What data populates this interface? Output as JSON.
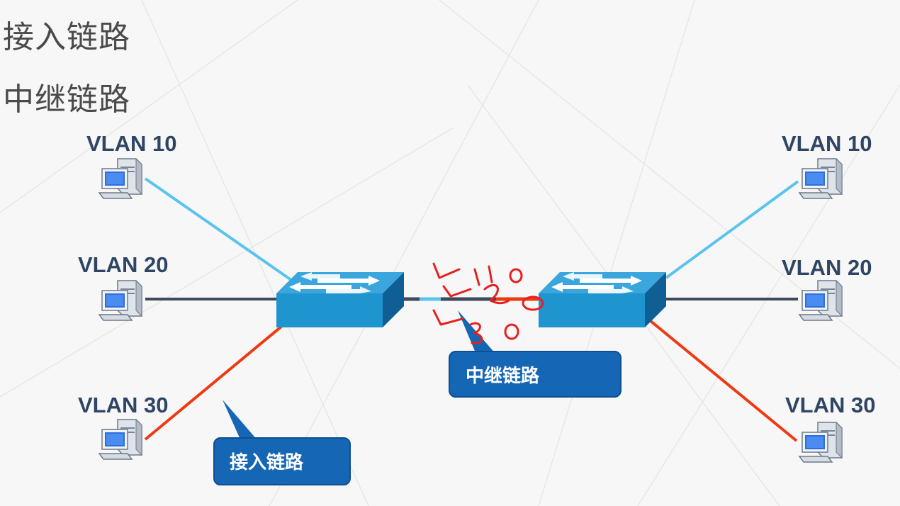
{
  "bullets": [
    "接入链路",
    "中继链路"
  ],
  "left_vlans": [
    "VLAN 10",
    "VLAN 20",
    "VLAN 30"
  ],
  "right_vlans": [
    "VLAN 10",
    "VLAN 20",
    "VLAN 30"
  ],
  "callouts": {
    "access_link": "接入链路",
    "trunk_link": "中继链路"
  },
  "colors": {
    "vlan10": "#5bc3ee",
    "vlan20": "#3d4a5c",
    "vlan30": "#ee3a14",
    "switch": "#1f95cf",
    "callout": "#1566b4",
    "annotation": "#e62020"
  },
  "icons": [
    "pc-icon",
    "switch-icon"
  ]
}
